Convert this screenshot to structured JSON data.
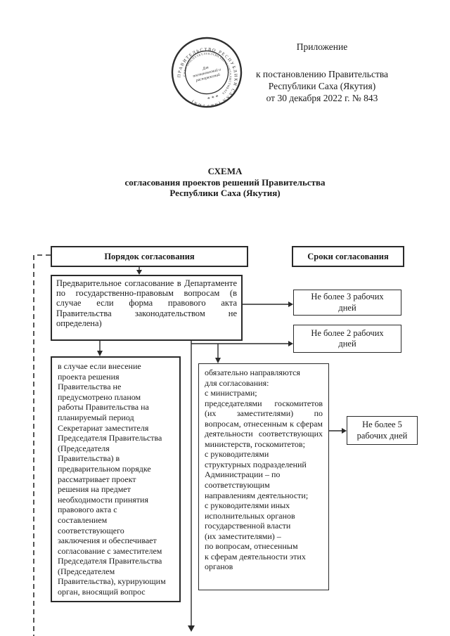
{
  "seal": {
    "outer_ring_text": "ПРАВИТЕЛЬСТВО РЕСПУБЛИКИ САХА (ЯКУТИЯ)",
    "inner_ring_text": "САХА ӨРӨСПҮҮБҮЛҮКЭТИН БЫРАБЫЫТАЛЫСТЫБАТА",
    "center_lines": [
      "Для",
      "постановлений и",
      "распоряжений"
    ],
    "stars": "* * *"
  },
  "appendix": {
    "line1": "Приложение",
    "line2": "к постановлению Правительства",
    "line3": "Республики Саха (Якутия)",
    "line4": "от 30 декабря 2022 г. № 843"
  },
  "title": {
    "line1": "СХЕМА",
    "line2": "согласования проектов решений Правительства",
    "line3": "Республики Саха (Якутия)"
  },
  "flowchart": {
    "headers": {
      "procedure": "Порядок согласования",
      "terms": "Сроки согласования"
    },
    "boxes": {
      "preliminary": "Предварительное согласование в Департаменте по государственно-правовым вопросам (в случае если форма правового акта Правительства законодательством не определена)",
      "left_case": "в случае если внесение\nпроекта решения\nПравительства не\nпредусмотрено планом\nработы Правительства на\nпланируемый период\nСекретариат заместителя\nПредседателя Правительства\n(Председателя\nПравительства) в\nпредварительном порядке\nрассматривает проект\nрешения на предмет\nнеобходимости принятия\nправового акта с\nсоставлением\nсоответствующего\nзаключения и обеспечивает\nсогласование с заместителем\nПредседателя Правительства\n(Председателем\nПравительства), курирующим\nорган, вносящий вопрос",
      "mandatory": "обязательно направляются\nдля согласования:\nс министрами;\nпредседателями госкомитетов (их заместителями) по вопросам, отнесенным к сферам деятельности соответствующих министерств, госкомитетов;\nс руководителями\nструктурных подразделений\nАдминистрации – по\nсоответствующим\nнаправлениям деятельности;\nс руководителями иных\nисполнительных органов\nгосударственной власти\n(их заместителями) –\nпо вопросам, отнесенным\nк сферам деятельности этих\nорганов",
      "term3": "Не более 3 рабочих\nдней",
      "term2": "Не более 2 рабочих\nдней",
      "term5": "Не более 5\nрабочих дней"
    }
  },
  "colors": {
    "ink": "#1b1b1b",
    "line": "#2a2a2a",
    "background": "#ffffff"
  }
}
